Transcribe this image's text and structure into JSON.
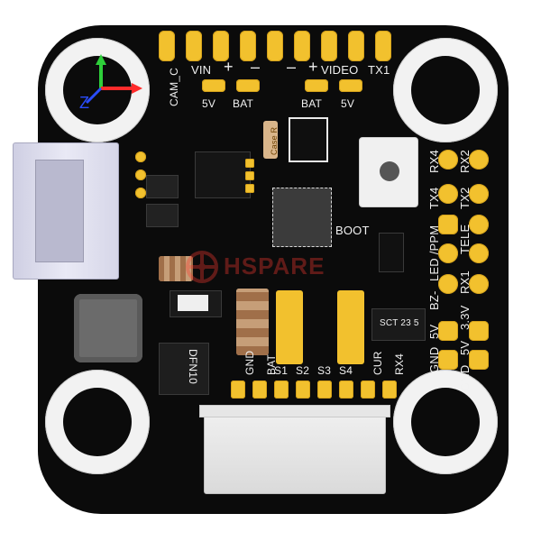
{
  "labels": {
    "cam_c": "CAM_C",
    "vin": "VIN",
    "plus": "+",
    "minus": "–",
    "minus2": "–",
    "plus2": "+",
    "video": "VIDEO",
    "tx1": "TX1",
    "5v_left": "5V",
    "bat_left": "BAT",
    "bat_right": "BAT",
    "5v_right": "5V",
    "boot": "BOOT",
    "rx4_top": "RX4",
    "rx2": "RX2",
    "tx4": "TX4",
    "tx2": "TX2",
    "bz": "BZ-",
    "led_ppm": "LED /PPM",
    "tele": "TELE",
    "rx1": "RX1",
    "3v3": "3.3V",
    "5v_right_lower": "5V",
    "gnd_right": "GND",
    "5v_mid": "5V",
    "gnd_mid": "GND",
    "bottom": [
      "GND",
      "BAT",
      "S1",
      "S2",
      "S3",
      "S4",
      "CUR",
      "RX4"
    ],
    "dfn10": "DFN10",
    "case_r": "Case R",
    "sct": "SCT 23 5"
  },
  "watermark": {
    "brand": "HSPARE"
  },
  "axis": {
    "z_label": "Z",
    "colors": {
      "x": "#ff2b2b",
      "y": "#2ecf3a",
      "z": "#2a4dff"
    }
  },
  "colors": {
    "board": "#0b0b0b",
    "pad": "#f2c12e",
    "silkscreen": "#f1f1f1"
  }
}
